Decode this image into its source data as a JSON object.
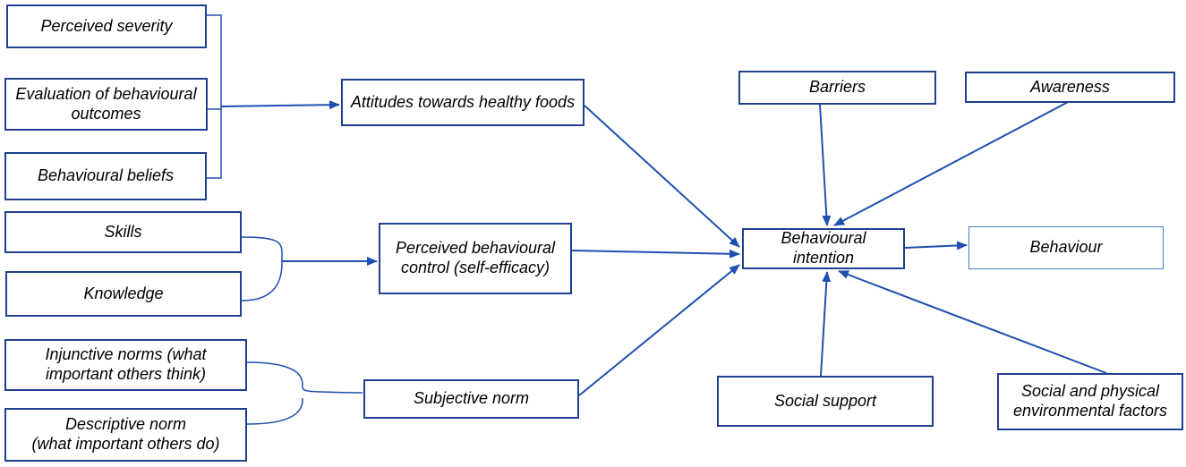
{
  "colors": {
    "box_border": "#1f3f8f",
    "behaviour_border": "#3f7fc8",
    "connector": "#1f4fb0",
    "text": "#000000"
  },
  "boxes": {
    "perceived_severity": "Perceived severity",
    "evaluation_outcomes": "Evaluation of behavioural\noutcomes",
    "behavioural_beliefs": "Behavioural beliefs",
    "skills": "Skills",
    "knowledge": "Knowledge",
    "injunctive_norms": "Injunctive norms (what\nimportant others think)",
    "descriptive_norm": "Descriptive norm\n(what important others do)",
    "attitudes": "Attitudes towards healthy foods",
    "perceived_control": "Perceived behavioural\ncontrol (self-efficacy)",
    "subjective_norm": "Subjective norm",
    "barriers": "Barriers",
    "awareness": "Awareness",
    "behavioural_intention": "Behavioural\nintention",
    "behaviour": "Behaviour",
    "social_support": "Social support",
    "social_physical": "Social and physical\nenvironmental factors"
  }
}
